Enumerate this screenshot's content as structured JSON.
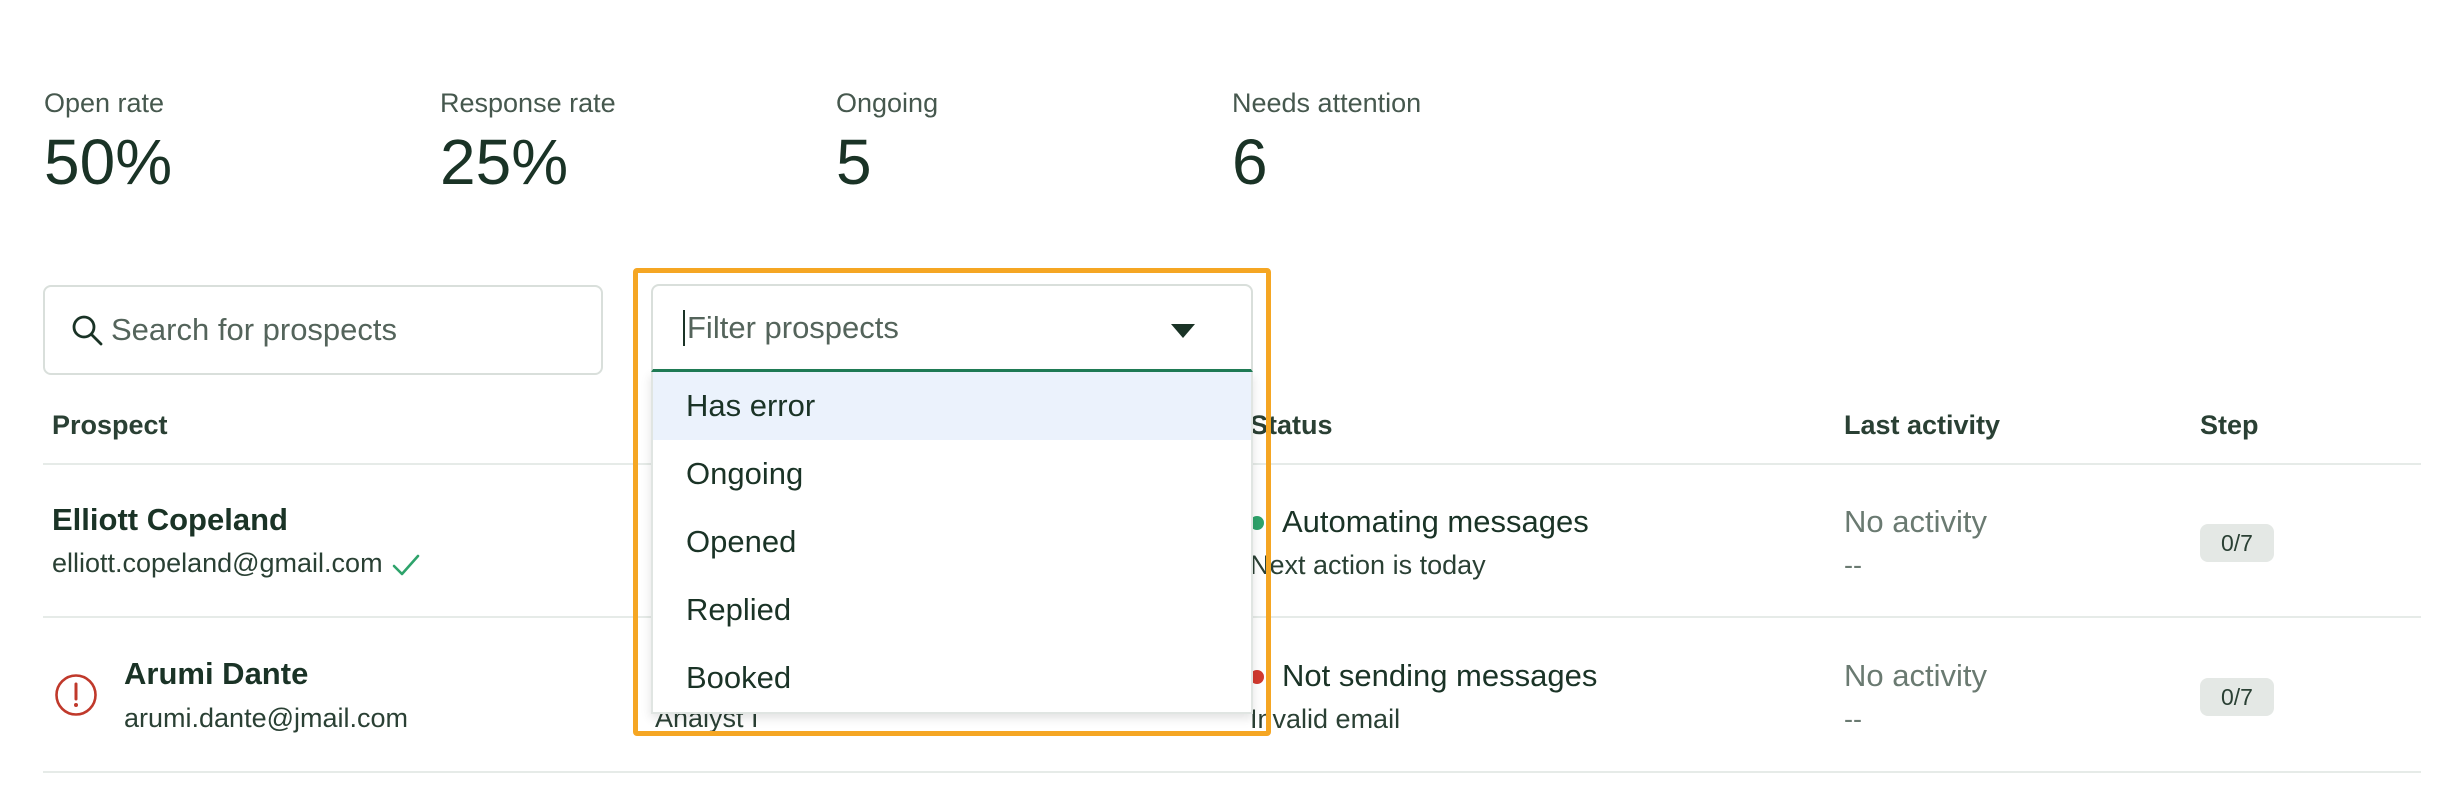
{
  "stats": [
    {
      "label": "Open rate",
      "value": "50%"
    },
    {
      "label": "Response rate",
      "value": "25%"
    },
    {
      "label": "Ongoing",
      "value": "5"
    },
    {
      "label": "Needs attention",
      "value": "6"
    }
  ],
  "search": {
    "placeholder": "Search for prospects"
  },
  "filter": {
    "placeholder": "Filter prospects",
    "options": [
      "Has error",
      "Ongoing",
      "Opened",
      "Replied",
      "Booked"
    ],
    "highlighted_option": "Has error"
  },
  "table": {
    "columns": {
      "prospect": "Prospect",
      "status": "Status",
      "last_activity": "Last activity",
      "step": "Step"
    },
    "rows": [
      {
        "name": "Elliott Copeland",
        "email": "elliott.copeland@gmail.com",
        "verified": true,
        "role": "",
        "status": "Automating messages",
        "status_sub": "Next action is today",
        "status_color": "#2ea36b",
        "activity": "No activity",
        "activity_sub": "--",
        "step": "0/7"
      },
      {
        "name": "Arumi Dante",
        "email": "arumi.dante@jmail.com",
        "error": true,
        "role": "Analyst I",
        "status": "Not sending messages",
        "status_sub": "Invalid email",
        "status_color": "#d23a2f",
        "activity": "No activity",
        "activity_sub": "--",
        "step": "0/7"
      }
    ]
  },
  "colors": {
    "accent_green": "#1e7a54",
    "highlight": "#f5a623",
    "error_red": "#c0392b"
  }
}
